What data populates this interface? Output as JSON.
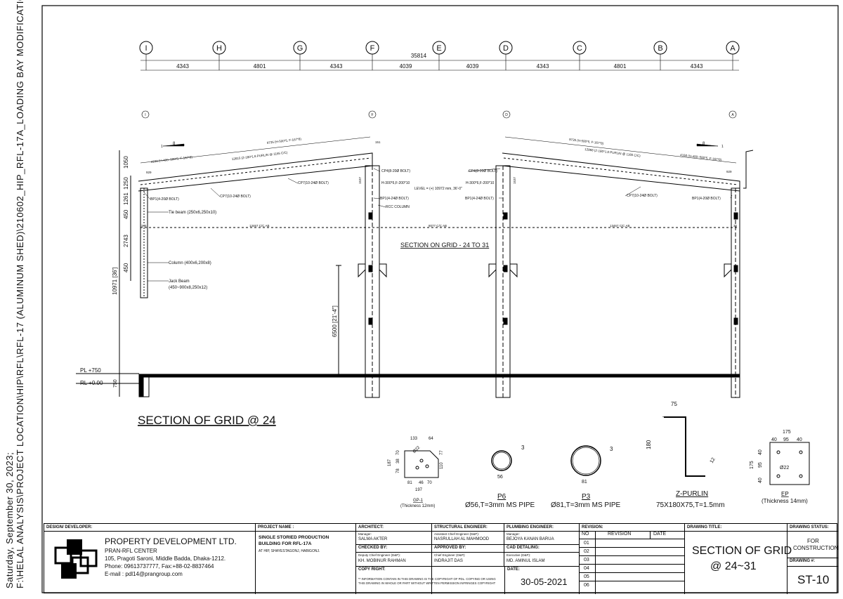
{
  "side_text": {
    "line1": "Saturday, September 30, 2023;",
    "line2": "F:\\HELAL ANALYSIS\\PROJECT LOCATION\\HIP\\RFL\\RFL-17 (ALUMINUM SHED)\\210602_HIP_RFL-17A_LOADING BAY MODIFICATION.DWG"
  },
  "grid": {
    "labels": [
      "I",
      "H",
      "G",
      "F",
      "E",
      "D",
      "C",
      "B",
      "A"
    ],
    "spans": [
      "4343",
      "4801",
      "4343",
      "4039",
      "4039",
      "4343",
      "4801",
      "4343"
    ],
    "total": "35814",
    "section_bubbles": [
      "I",
      "F",
      "D",
      "A"
    ]
  },
  "section": {
    "title": "SECTION OF GRID @ 24",
    "subtitle": "SECTION ON GRID - 24 TO 31",
    "slope": "8",
    "slope_one": "1",
    "left_vdims": [
      "1050",
      "1250",
      "1261",
      "450",
      "2743",
      "450"
    ],
    "total_height": "10971 [36']",
    "column_height": "6500 [21'-4\"]",
    "rafter_top_left": "9735 (H-500*5, F-167*8)",
    "rafter_mid_left": "12815 (Z-180*1.8 PURLIN @ 1165 C/C)",
    "rafter_low_left": "4160 (H-400~500*5, F-167*8)",
    "rafter_top_right": "9735 (H-500*5, F-167*8)",
    "rafter_mid_right": "12968 (Z-180*1.8 PURLIN @ 1165 C/C)",
    "rafter_low_right": "4160 (H-400~500*5, F-167*8)",
    "small_929": "929",
    "small_151": "151",
    "small_1537": "1537",
    "cc_left": "13467 C/C AB",
    "cc_mid": "8077 C/C AB",
    "cc_right": "13467 C/C AB",
    "end_left": "345",
    "end_right": "36",
    "notes": {
      "bp1_left": "BP1(4-20Ø BOLT)",
      "cp7_left": "CP7(10-24Ø BOLT)",
      "cp7_mid": "CP7(10-24Ø BOLT)",
      "cp4_f": "CP4(8-20Ø BOLT)",
      "h300_f": "H-300*6,F-200*10",
      "bp1_f": "BP1(4-24Ø BOLT)",
      "rcc": "RCC COLUMN",
      "level": "LEVEL = (+) 10972 mm, 36'-0\"",
      "cp4_d": "CP4(8-20Ø BOLT)",
      "h300_d": "H-300*6,F-200*10",
      "bp1_d": "BP1(4-24Ø BOLT)",
      "cp7_right": "CP7(10-24Ø BOLT)",
      "bp1_a": "BP1(4-20Ø BOLT)",
      "tie_beam": "Tie beam (250x6,250x10)",
      "column": "Column (400x6,200x8)",
      "jack_beam": "Jack Beam",
      "jack_beam2": "(450~900x8,250x12)"
    },
    "levels": {
      "pl": "PL +750",
      "rl": "RL +0.00",
      "base": "750"
    }
  },
  "details": {
    "gp1": {
      "title": "GP-1",
      "sub": "(Thickness 12mm)",
      "dims": [
        "133",
        "64",
        "187",
        "70",
        "38",
        "78",
        "110",
        "77",
        "81",
        "46",
        "70",
        "197",
        "Ø22"
      ]
    },
    "p6": {
      "title": "P6",
      "sub": "Ø56,T=3mm MS PIPE",
      "d": "56",
      "t": "3"
    },
    "p3": {
      "title": "P3",
      "sub": "Ø81,T=3mm MS PIPE",
      "d": "81",
      "t": "3"
    },
    "zp": {
      "title": "Z-PURLIN",
      "sub": "75X180X75,T=1.5mm",
      "w": "75",
      "h": "180",
      "lip": "12"
    },
    "ep": {
      "title": "EP",
      "sub": "(Thickness 14mm)",
      "dims": [
        "175",
        "40",
        "95",
        "40",
        "175",
        "40",
        "95",
        "40",
        "Ø22"
      ]
    }
  },
  "title_block": {
    "designer_hdr": "DESIGN/ DEVELOPER:",
    "company": "PROPERTY DEVELOPMENT LTD.",
    "center": "PRAN-RFL CENTER",
    "address": "105, Pragoti Saroni, Middle Badda, Dhaka-1212.",
    "phone": "Phone: 09613737777, Fax:+88-02-8837464",
    "email": "E-mail : pdl14@prangroup.com",
    "project_hdr": "PROJECT NAME :",
    "project1": "SINGLE STORIED PRODUCTION",
    "project2": "BUILDING FOR RFL-17A",
    "project3": "AT HIP, SHAYESTAGONJ, HABIGONJ.",
    "architect_hdr": "ARCHITECT:",
    "architect_role": "Manager:",
    "architect": "SALMA AKTER",
    "struct_hdr": "STRUCTURAL ENGINEER:",
    "struct_role": "Assistant Chief Engineer (D&P):",
    "struct": "NASRULLAH AL MAHMOOD",
    "plumb_hdr": "PLUMBING ENGINEER:",
    "plumb_role": "Manager:",
    "plumb": "BEJOYA KANAN BARUA",
    "checked_hdr": "CHECKED BY:",
    "checked_role": "Deputy Chief Engineer (D&P):",
    "checked": "KH. MOBINUR RAHMAN",
    "approved_hdr": "APPROVED BY:",
    "approved_role": "Chief Engineer (D&P):",
    "approved": "INDRAJIT DAS",
    "cad_hdr": "CAD DETALING:",
    "cad_role": "Executive (D&P):",
    "cad": "MD. AMINUL ISLAM",
    "copy_hdr": "COPY RIGHT:",
    "copy1": "** INFORMATION CONTAIN IN THIS DRAWING IS THE COPYRIGHT OF PDL. COPYING OR USING",
    "copy2": "THIS DRAWING IN WHOLE OR PART WITHOUT WRITTEN PERMISSION INFRINGES COPYRIGHT",
    "date_hdr": "DATE:",
    "date": "30-05-2021",
    "rev_hdr": "REVISION:",
    "rev_cols": [
      "NO",
      "REVISION",
      "DATE"
    ],
    "rev_nos": [
      "01",
      "02",
      "03",
      "04",
      "05",
      "06"
    ],
    "title_hdr": "DRAWING TITLE:",
    "title1": "SECTION OF GRID",
    "title2": "@ 24~31",
    "status_hdr": "DRAWING STATUS:",
    "status1": "FOR",
    "status2": "CONSTRUCTION",
    "no_hdr": "DRAWING #:",
    "no": "ST-10"
  }
}
